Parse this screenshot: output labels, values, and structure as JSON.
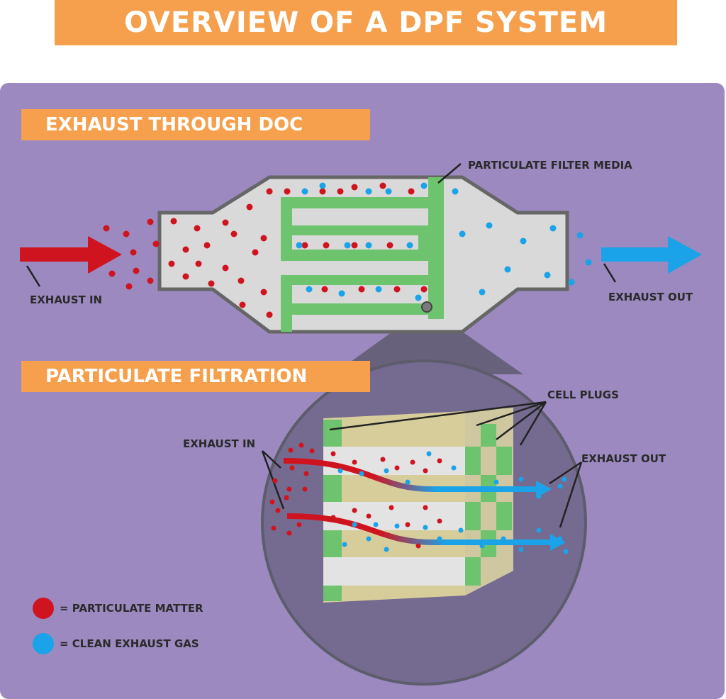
{
  "title": "OVERVIEW OF A DPF SYSTEM",
  "sections": {
    "doc": "EXHAUST THROUGH DOC",
    "filtration": "PARTICULATE FILTRATION"
  },
  "labels": {
    "particulate_filter_media": "PARTICULATE FILTER MEDIA",
    "exhaust_in_top": "EXHAUST IN",
    "exhaust_out_top": "EXHAUST OUT",
    "cell_plugs": "CELL PLUGS",
    "exhaust_in_bottom": "EXHAUST IN",
    "exhaust_out_bottom": "EXHAUST OUT"
  },
  "legend": [
    {
      "text": "= PARTICULATE MATTER",
      "color": "#d0141f",
      "icon": "red-dot"
    },
    {
      "text": "= CLEAN EXHAUST GAS",
      "color": "#1aa3e8",
      "icon": "blue-dot"
    }
  ],
  "colors": {
    "title_banner": "#f6a04d",
    "panel": "#9b89c0",
    "particulate": "#d0141f",
    "clean_gas": "#1aa3e8",
    "filter_media": "#6ec46e",
    "housing": "#d9d9d9",
    "housing_outline": "#666666"
  }
}
